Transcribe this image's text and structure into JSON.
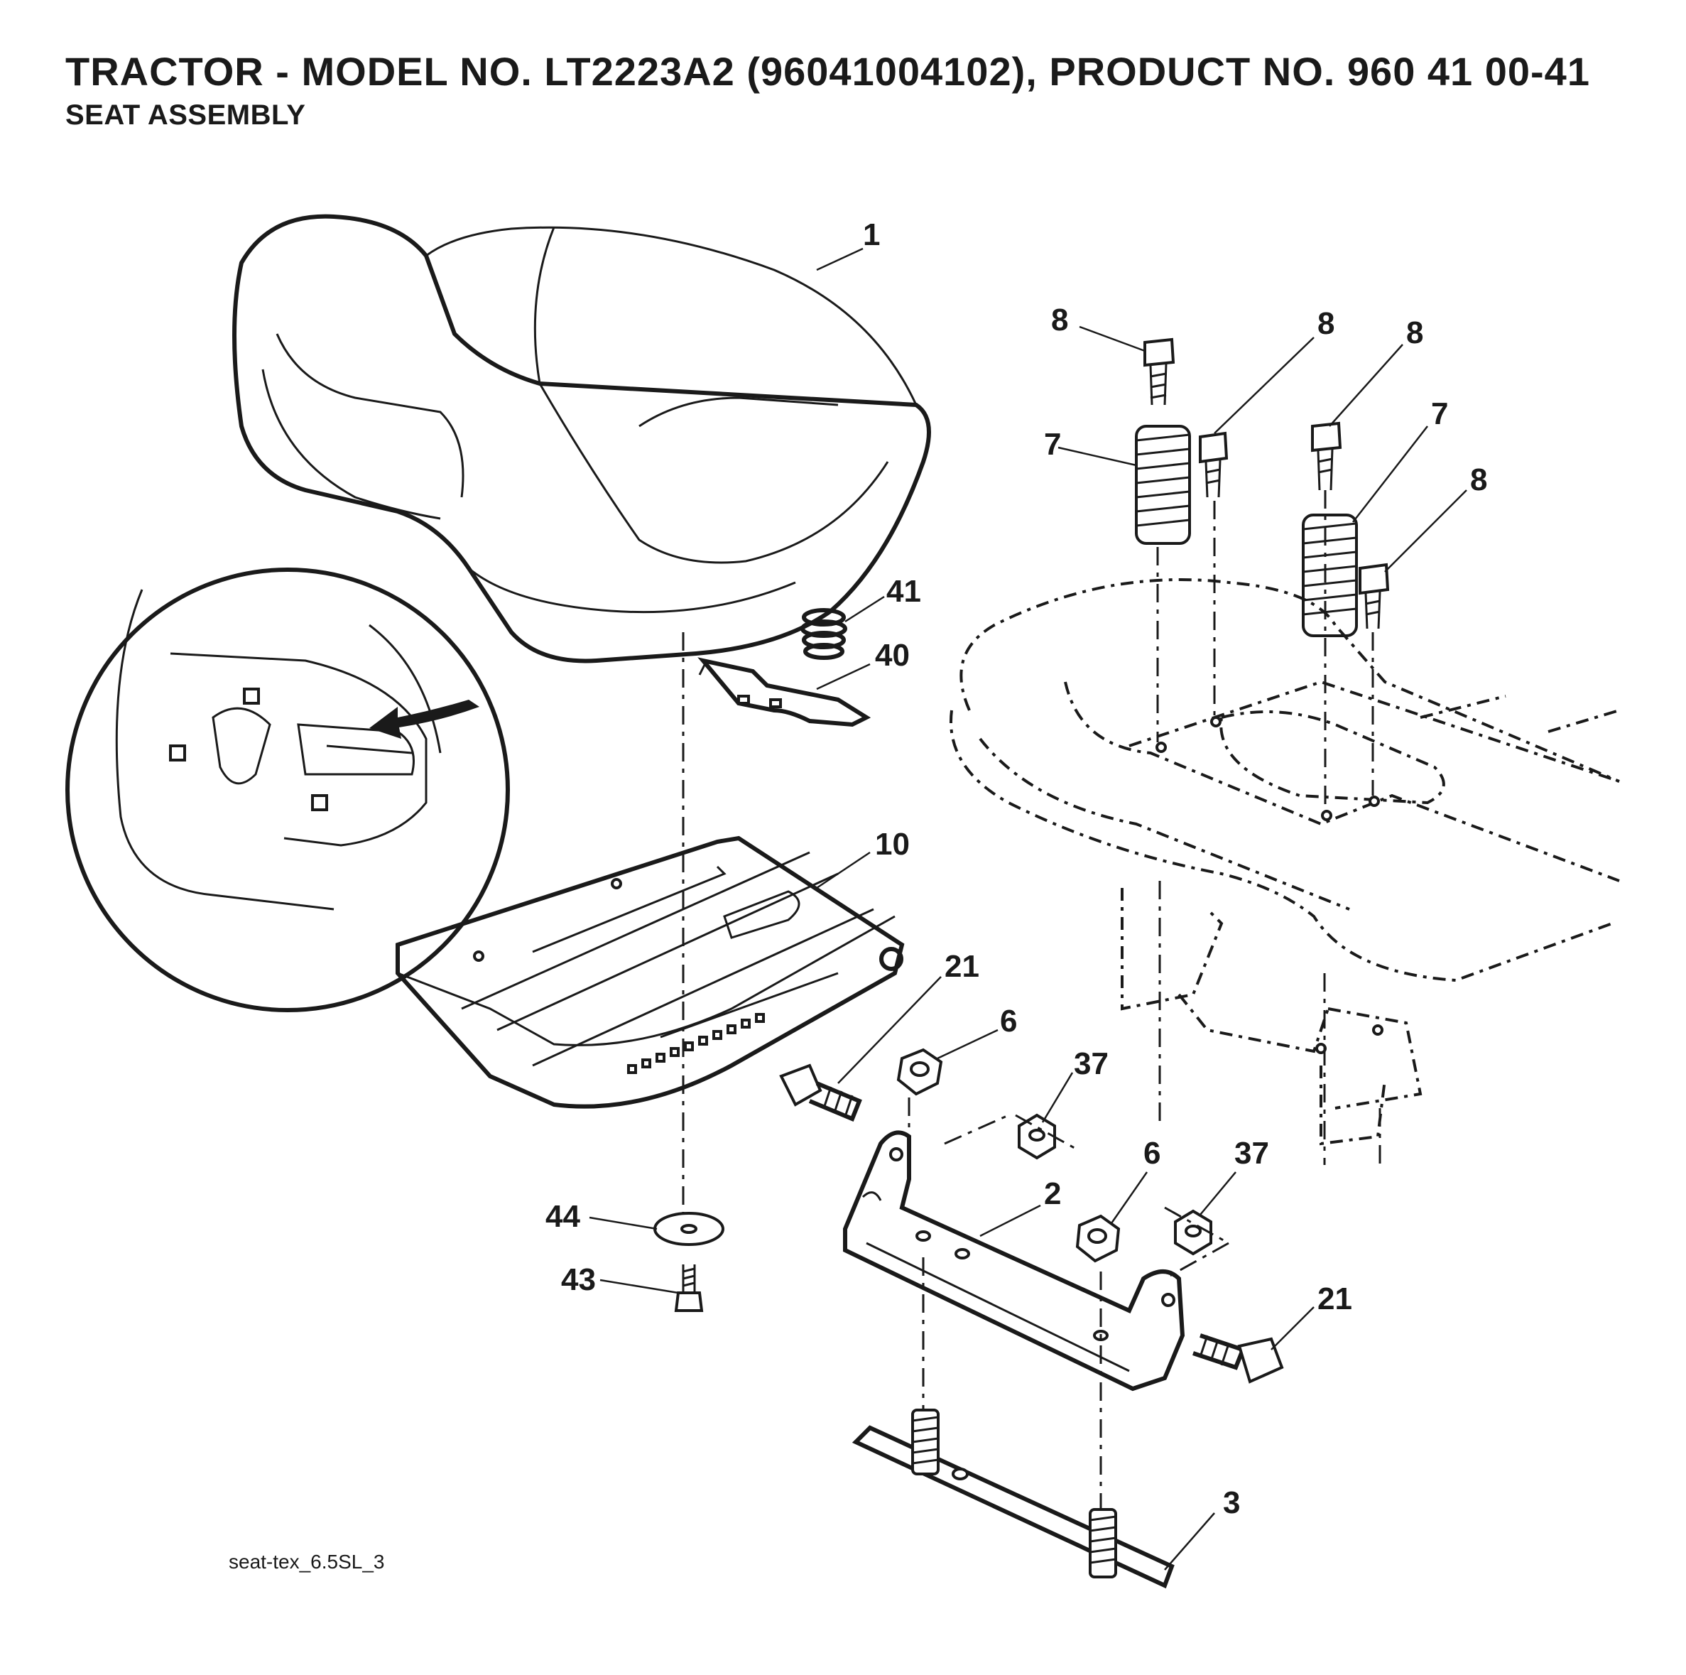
{
  "title": "TRACTOR - MODEL NO. LT2223A2 (96041004102), PRODUCT NO. 960 41 00-41",
  "subtitle": "SEAT ASSEMBLY",
  "caption": "seat-tex_6.5SL_3",
  "callouts": {
    "seat": "1",
    "bracket": "2",
    "plate": "3",
    "nut_left": "6",
    "nut_right": "6",
    "spring_left": "7",
    "spring_right": "7",
    "bolt_a": "8",
    "bolt_b": "8",
    "bolt_c": "8",
    "bolt_d": "8",
    "seat_pan": "10",
    "shoulder_bolt_left": "21",
    "shoulder_bolt_right": "21",
    "washer_left": "37",
    "washer_right": "37",
    "spring_small": "41",
    "clip": "40",
    "flat_washer": "44",
    "screw": "43"
  }
}
